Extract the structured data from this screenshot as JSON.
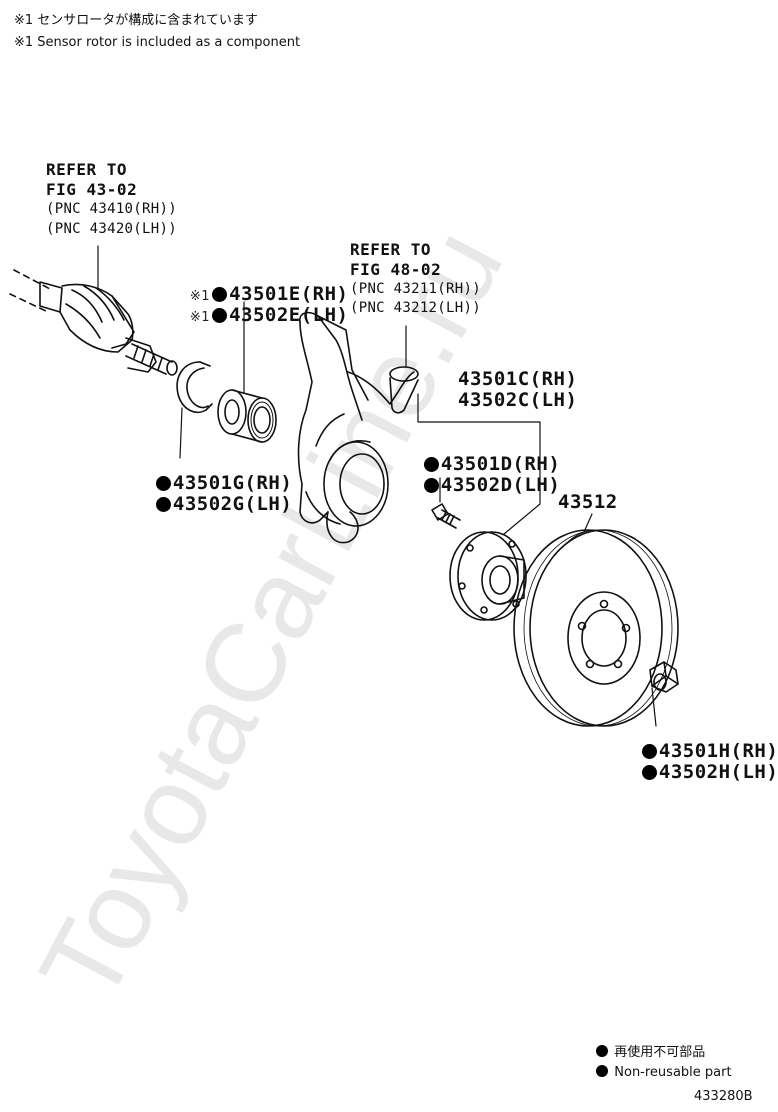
{
  "notes": {
    "line_jp": "※1 センサロータが構成に含まれています",
    "line_en": "※1 Sensor rotor is included as a component"
  },
  "refs": {
    "drive_shaft": {
      "line1": "REFER TO",
      "line2": "FIG 43-02",
      "line3": "(PNC 43410(RH))",
      "line4": "(PNC 43420(LH))"
    },
    "knuckle": {
      "line1": "REFER TO",
      "line2": "FIG 48-02",
      "line3": "(PNC 43211(RH))",
      "line4": "(PNC 43212(LH))"
    }
  },
  "part_mark": "※1",
  "parts": {
    "bearing_rh": "43501E(RH)",
    "bearing_lh": "43502E(LH)",
    "snap_ring_rh": "43501G(RH)",
    "snap_ring_lh": "43502G(LH)",
    "hub_rh": "43501C(RH)",
    "hub_lh": "43502C(LH)",
    "hub_bolt_rh": "43501D(RH)",
    "hub_bolt_lh": "43502D(LH)",
    "disc": "43512",
    "nut_rh": "43501H(RH)",
    "nut_lh": "43502H(LH)"
  },
  "legend": {
    "jp": "再使用不可部品",
    "en": "Non-reusable part"
  },
  "figure_code": "433280B",
  "watermark": "ToyotaCarLine.ru",
  "colors": {
    "line": "#111111",
    "watermark": "#e6e6e6",
    "bullet": "#000000"
  }
}
